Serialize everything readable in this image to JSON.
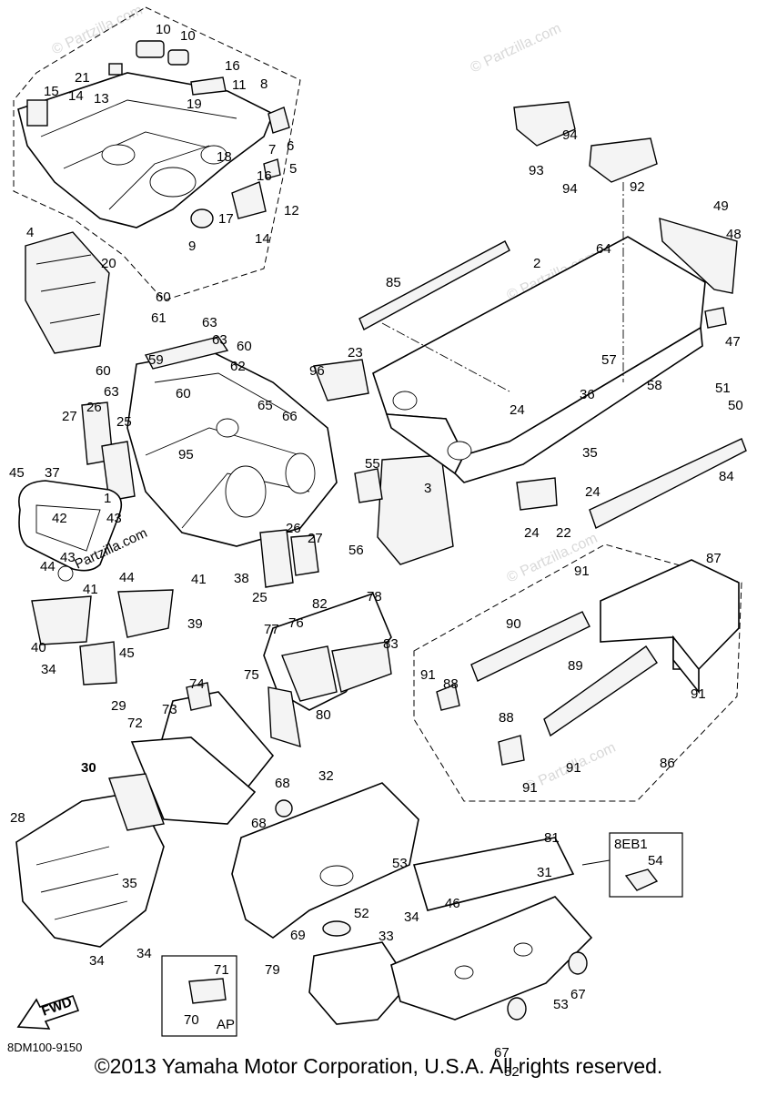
{
  "diagram": {
    "reference_code": "8DM100-9150",
    "copyright": "©2013  Yamaha Motor Corporation, U.S.A. All rights reserved.",
    "watermark": "© Partzilla.com",
    "watermark_center": "Partzilla.com",
    "fwd_label": "FWD",
    "variant_box": {
      "code": "8EB1",
      "part": "54"
    },
    "ap_box": {
      "code": "AP",
      "parts": [
        "71",
        "70"
      ]
    },
    "callouts": [
      {
        "n": "10"
      },
      {
        "n": "10"
      },
      {
        "n": "21"
      },
      {
        "n": "16"
      },
      {
        "n": "15"
      },
      {
        "n": "14"
      },
      {
        "n": "13"
      },
      {
        "n": "19"
      },
      {
        "n": "11"
      },
      {
        "n": "8"
      },
      {
        "n": "6"
      },
      {
        "n": "7"
      },
      {
        "n": "18"
      },
      {
        "n": "16"
      },
      {
        "n": "5"
      },
      {
        "n": "12"
      },
      {
        "n": "17"
      },
      {
        "n": "14"
      },
      {
        "n": "9"
      },
      {
        "n": "4"
      },
      {
        "n": "20"
      },
      {
        "n": "60"
      },
      {
        "n": "61"
      },
      {
        "n": "63"
      },
      {
        "n": "63"
      },
      {
        "n": "60"
      },
      {
        "n": "59"
      },
      {
        "n": "62"
      },
      {
        "n": "60"
      },
      {
        "n": "63"
      },
      {
        "n": "60"
      },
      {
        "n": "65"
      },
      {
        "n": "66"
      },
      {
        "n": "96"
      },
      {
        "n": "23"
      },
      {
        "n": "27"
      },
      {
        "n": "26"
      },
      {
        "n": "25"
      },
      {
        "n": "95"
      },
      {
        "n": "1"
      },
      {
        "n": "45"
      },
      {
        "n": "37"
      },
      {
        "n": "42"
      },
      {
        "n": "43"
      },
      {
        "n": "43"
      },
      {
        "n": "44"
      },
      {
        "n": "44"
      },
      {
        "n": "41"
      },
      {
        "n": "41"
      },
      {
        "n": "39"
      },
      {
        "n": "40"
      },
      {
        "n": "45"
      },
      {
        "n": "34"
      },
      {
        "n": "29"
      },
      {
        "n": "38"
      },
      {
        "n": "25"
      },
      {
        "n": "26"
      },
      {
        "n": "27"
      },
      {
        "n": "55"
      },
      {
        "n": "56"
      },
      {
        "n": "3"
      },
      {
        "n": "93"
      },
      {
        "n": "94"
      },
      {
        "n": "94"
      },
      {
        "n": "92"
      },
      {
        "n": "49"
      },
      {
        "n": "48"
      },
      {
        "n": "85"
      },
      {
        "n": "2"
      },
      {
        "n": "64"
      },
      {
        "n": "47"
      },
      {
        "n": "57"
      },
      {
        "n": "58"
      },
      {
        "n": "51"
      },
      {
        "n": "50"
      },
      {
        "n": "24"
      },
      {
        "n": "36"
      },
      {
        "n": "35"
      },
      {
        "n": "84"
      },
      {
        "n": "24"
      },
      {
        "n": "24"
      },
      {
        "n": "22"
      },
      {
        "n": "87"
      },
      {
        "n": "91"
      },
      {
        "n": "90"
      },
      {
        "n": "91"
      },
      {
        "n": "88"
      },
      {
        "n": "89"
      },
      {
        "n": "91"
      },
      {
        "n": "88"
      },
      {
        "n": "91"
      },
      {
        "n": "91"
      },
      {
        "n": "86"
      },
      {
        "n": "78"
      },
      {
        "n": "82"
      },
      {
        "n": "77"
      },
      {
        "n": "76"
      },
      {
        "n": "83"
      },
      {
        "n": "75"
      },
      {
        "n": "80"
      },
      {
        "n": "74"
      },
      {
        "n": "73"
      },
      {
        "n": "72"
      },
      {
        "n": "30"
      },
      {
        "n": "28"
      },
      {
        "n": "35"
      },
      {
        "n": "34"
      },
      {
        "n": "34"
      },
      {
        "n": "68"
      },
      {
        "n": "32"
      },
      {
        "n": "68"
      },
      {
        "n": "81"
      },
      {
        "n": "53"
      },
      {
        "n": "52"
      },
      {
        "n": "34"
      },
      {
        "n": "46"
      },
      {
        "n": "33"
      },
      {
        "n": "31"
      },
      {
        "n": "69"
      },
      {
        "n": "79"
      },
      {
        "n": "67"
      },
      {
        "n": "67"
      },
      {
        "n": "53"
      },
      {
        "n": "52"
      }
    ]
  }
}
